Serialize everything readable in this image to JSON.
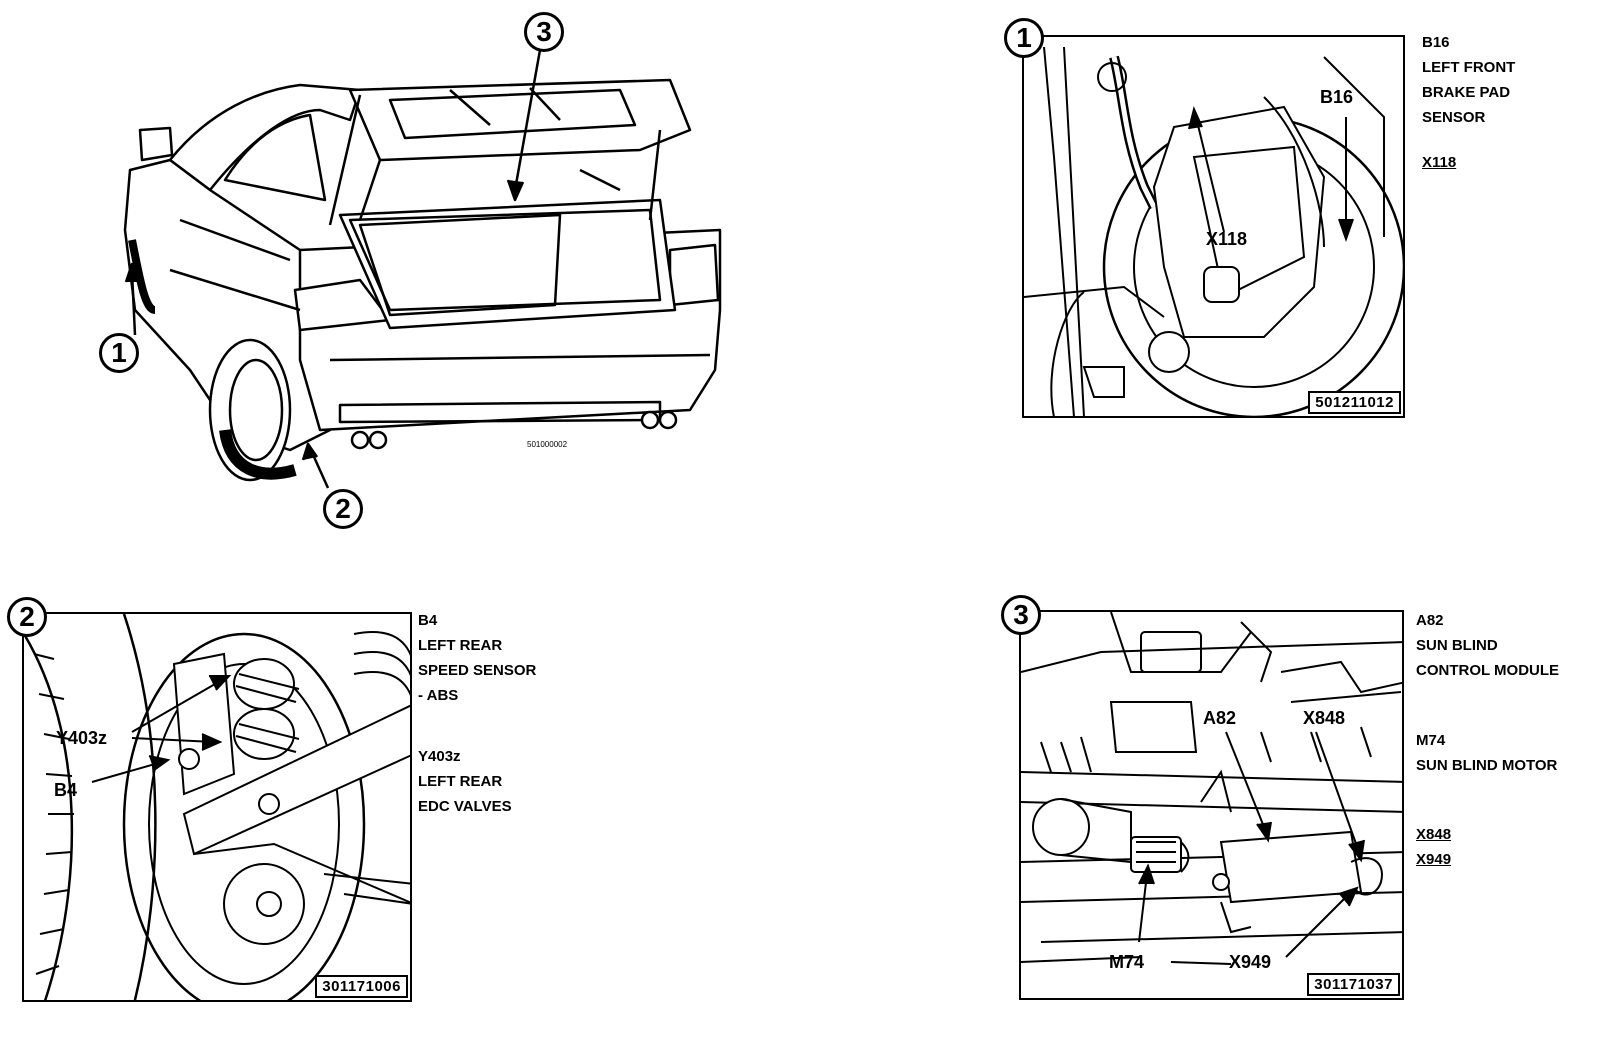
{
  "callouts": [
    "1",
    "2",
    "3"
  ],
  "overview": {
    "image_code": "501000002"
  },
  "panel1": {
    "code": "501211012",
    "tags": [
      "B16",
      "X118"
    ],
    "legend": [
      {
        "lines": [
          "B16",
          "LEFT FRONT",
          "BRAKE PAD",
          "SENSOR"
        ]
      },
      {
        "lines": [
          "X118"
        ],
        "underline": true
      }
    ]
  },
  "panel2": {
    "code": "301171006",
    "tags": [
      "Y403z",
      "B4"
    ],
    "legend": [
      {
        "lines": [
          "B4",
          "LEFT REAR",
          "SPEED SENSOR",
          "- ABS"
        ]
      },
      {
        "lines": [
          "Y403z",
          "LEFT REAR",
          "EDC VALVES"
        ]
      }
    ]
  },
  "panel3": {
    "code": "301171037",
    "tags": [
      "A82",
      "X848",
      "M74",
      "X949"
    ],
    "legend": [
      {
        "lines": [
          "A82",
          "SUN BLIND",
          "CONTROL MODULE"
        ]
      },
      {
        "lines": [
          "M74",
          "SUN BLIND MOTOR"
        ]
      },
      {
        "lines": [
          "X848",
          "X949"
        ],
        "underline": true
      }
    ]
  }
}
